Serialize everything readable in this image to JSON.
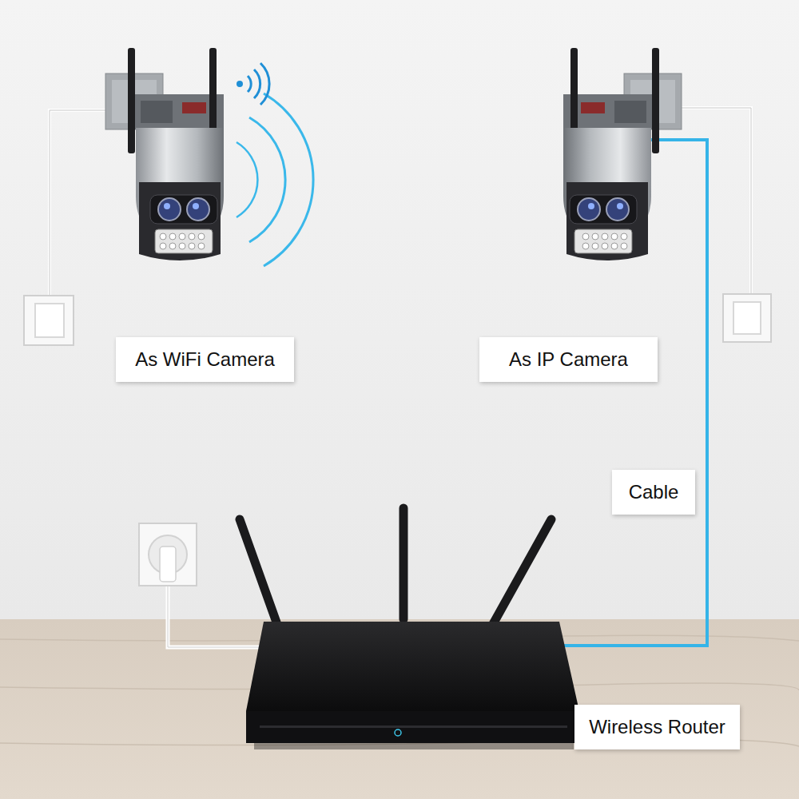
{
  "diagram": {
    "nodes": [
      {
        "text": [
          "As WiFi Camera"
        ]
      },
      {
        "text": [
          "As IP Camera"
        ]
      },
      {
        "text": [
          "Cable"
        ]
      },
      {
        "text": [
          "Wireless Router"
        ]
      }
    ]
  }
}
